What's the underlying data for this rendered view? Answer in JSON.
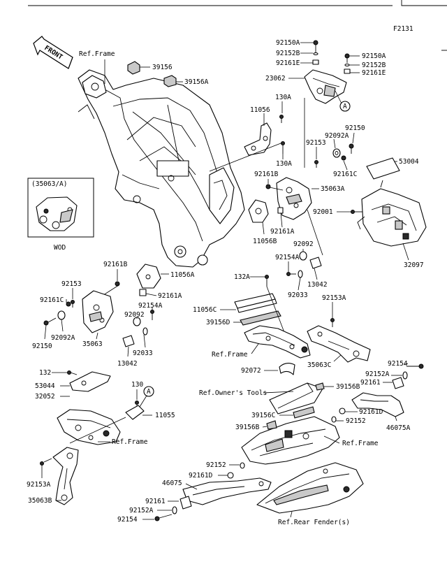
{
  "figure_code": "F2131",
  "front_badge": "FRONT",
  "inset": {
    "title": "(35063/A)",
    "caption": "WOD"
  },
  "callouts": [
    {
      "id": "ref-frame-top",
      "text": "Ref.Frame"
    },
    {
      "id": "p39156",
      "text": "39156"
    },
    {
      "id": "p39156a-top",
      "text": "39156A"
    },
    {
      "id": "p92150a-1",
      "text": "92150A"
    },
    {
      "id": "p92152b-1",
      "text": "92152B"
    },
    {
      "id": "p92161e-1",
      "text": "92161E"
    },
    {
      "id": "p92150a-2",
      "text": "92150A"
    },
    {
      "id": "p92152b-2",
      "text": "92152B"
    },
    {
      "id": "p92161e-2",
      "text": "92161E"
    },
    {
      "id": "p23062",
      "text": "23062"
    },
    {
      "id": "p130a-1",
      "text": "130A"
    },
    {
      "id": "p11056",
      "text": "11056"
    },
    {
      "id": "p130a-2",
      "text": "130A"
    },
    {
      "id": "p92150",
      "text": "92150"
    },
    {
      "id": "p92092a-r",
      "text": "92092A"
    },
    {
      "id": "p92153-r",
      "text": "92153"
    },
    {
      "id": "p92161c-r",
      "text": "92161C"
    },
    {
      "id": "p53004",
      "text": "53004"
    },
    {
      "id": "p92161b-r",
      "text": "92161B"
    },
    {
      "id": "p35063a",
      "text": "35063A"
    },
    {
      "id": "p92001",
      "text": "92001"
    },
    {
      "id": "p92161a-r",
      "text": "92161A"
    },
    {
      "id": "p11056b",
      "text": "11056B"
    },
    {
      "id": "p32097",
      "text": "32097"
    },
    {
      "id": "p92092-r",
      "text": "92092"
    },
    {
      "id": "p92154a-r",
      "text": "92154A"
    },
    {
      "id": "p132a",
      "text": "132A"
    },
    {
      "id": "p92033-r",
      "text": "92033"
    },
    {
      "id": "p13042-r",
      "text": "13042"
    },
    {
      "id": "p92161b-l",
      "text": "92161B"
    },
    {
      "id": "p11056a",
      "text": "11056A"
    },
    {
      "id": "p92153-l",
      "text": "92153"
    },
    {
      "id": "p92161a-l",
      "text": "92161A"
    },
    {
      "id": "p92161c-l",
      "text": "92161C"
    },
    {
      "id": "p92154a-l",
      "text": "92154A"
    },
    {
      "id": "p92092-l",
      "text": "92092"
    },
    {
      "id": "p92092a-l",
      "text": "92092A"
    },
    {
      "id": "p92150-l",
      "text": "92150"
    },
    {
      "id": "p35063",
      "text": "35063"
    },
    {
      "id": "p92033-l",
      "text": "92033"
    },
    {
      "id": "p13042-l",
      "text": "13042"
    },
    {
      "id": "p11056c",
      "text": "11056C"
    },
    {
      "id": "p39156d",
      "text": "39156D"
    },
    {
      "id": "p92153a-r",
      "text": "92153A"
    },
    {
      "id": "ref-frame-mid",
      "text": "Ref.Frame"
    },
    {
      "id": "p35063c",
      "text": "35063C"
    },
    {
      "id": "p92072",
      "text": "92072"
    },
    {
      "id": "p92154-r",
      "text": "92154"
    },
    {
      "id": "p92152a-r",
      "text": "92152A"
    },
    {
      "id": "p92161-r",
      "text": "92161"
    },
    {
      "id": "ref-owners-tools",
      "text": "Ref.Owner's Tools"
    },
    {
      "id": "p39156b-1",
      "text": "39156B"
    },
    {
      "id": "p92161d-r",
      "text": "92161D"
    },
    {
      "id": "p39156c",
      "text": "39156C"
    },
    {
      "id": "p92152-r",
      "text": "92152"
    },
    {
      "id": "p46075a",
      "text": "46075A"
    },
    {
      "id": "p39156b-2",
      "text": "39156B"
    },
    {
      "id": "ref-frame-low",
      "text": "Ref.Frame"
    },
    {
      "id": "p132",
      "text": "132"
    },
    {
      "id": "p53044",
      "text": "53044"
    },
    {
      "id": "p32052",
      "text": "32052"
    },
    {
      "id": "p130",
      "text": "130"
    },
    {
      "id": "p11055",
      "text": "11055"
    },
    {
      "id": "ref-frame-left",
      "text": "Ref.Frame"
    },
    {
      "id": "p92152-l",
      "text": "92152"
    },
    {
      "id": "p92161d-l",
      "text": "92161D"
    },
    {
      "id": "p46075",
      "text": "46075"
    },
    {
      "id": "p92153a-l",
      "text": "92153A"
    },
    {
      "id": "p35063b",
      "text": "35063B"
    },
    {
      "id": "p92161-l",
      "text": "92161"
    },
    {
      "id": "p92152a-l",
      "text": "92152A"
    },
    {
      "id": "p92154-l",
      "text": "92154"
    },
    {
      "id": "ref-rear-fender",
      "text": "Ref.Rear Fender(s)"
    }
  ],
  "markers": [
    {
      "id": "marker-a-top",
      "text": "A"
    },
    {
      "id": "marker-a-low",
      "text": "A"
    }
  ]
}
